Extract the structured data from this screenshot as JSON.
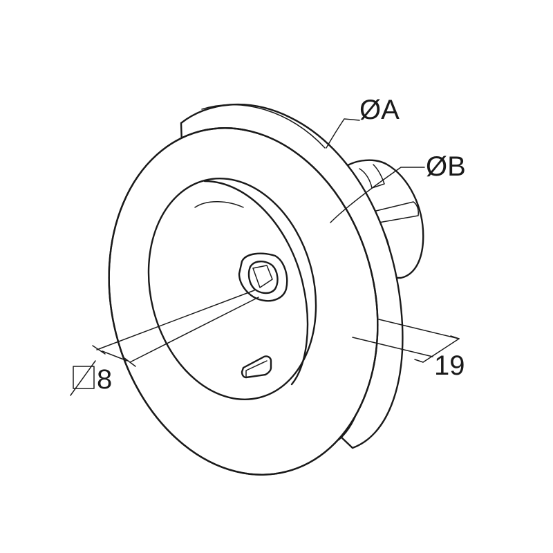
{
  "labels": {
    "outer_diameter": "ØA",
    "inner_diameter": "ØB",
    "bore_diameter": "8",
    "width": "19"
  }
}
